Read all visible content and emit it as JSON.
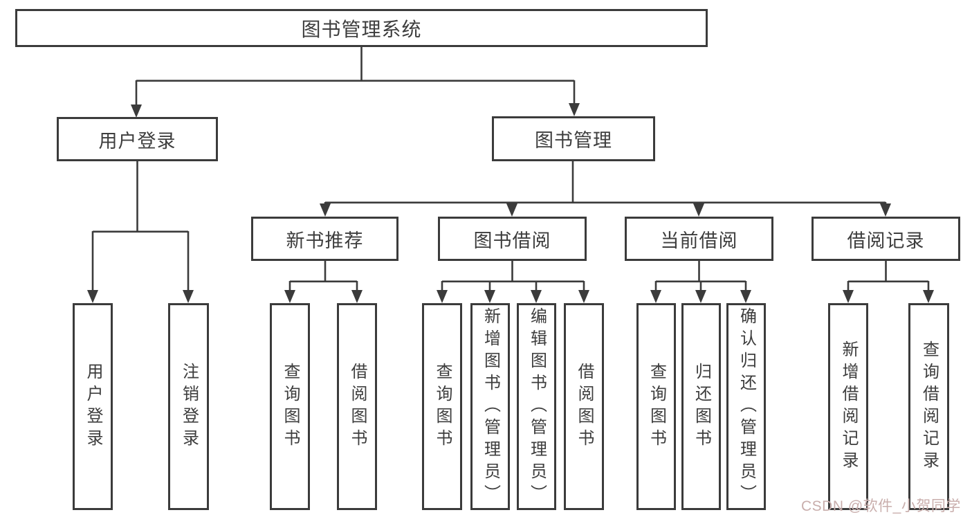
{
  "diagram": {
    "title": "图书管理系统",
    "level2": {
      "user_login": "用户登录",
      "book_mgmt": "图书管理"
    },
    "level3": {
      "new_book": "新书推荐",
      "book_borrow": "图书借阅",
      "current_borrow": "当前借阅",
      "borrow_record": "借阅记录"
    },
    "leaves": {
      "user_login": "用户登录",
      "logout": "注销登录",
      "rec_query_book": "查询图书",
      "rec_borrow_book": "借阅图书",
      "bb_query_book": "查询图书",
      "bb_add_book": "新增图书（管理员）",
      "bb_edit_book": "编辑图书（管理员）",
      "bb_borrow_book": "借阅图书",
      "cur_query_book": "查询图书",
      "cur_return_book": "归还图书",
      "cur_confirm_return": "确认归还（管理员）",
      "br_add_record": "新增借阅记录",
      "br_query_record": "查询借阅记录"
    },
    "watermark": "CSDN @软件_小贺同学",
    "colors": {
      "line": "#3b3b3b",
      "text": "#3d3d3d",
      "watermark": "#c9aeac",
      "background": "#ffffff"
    }
  }
}
